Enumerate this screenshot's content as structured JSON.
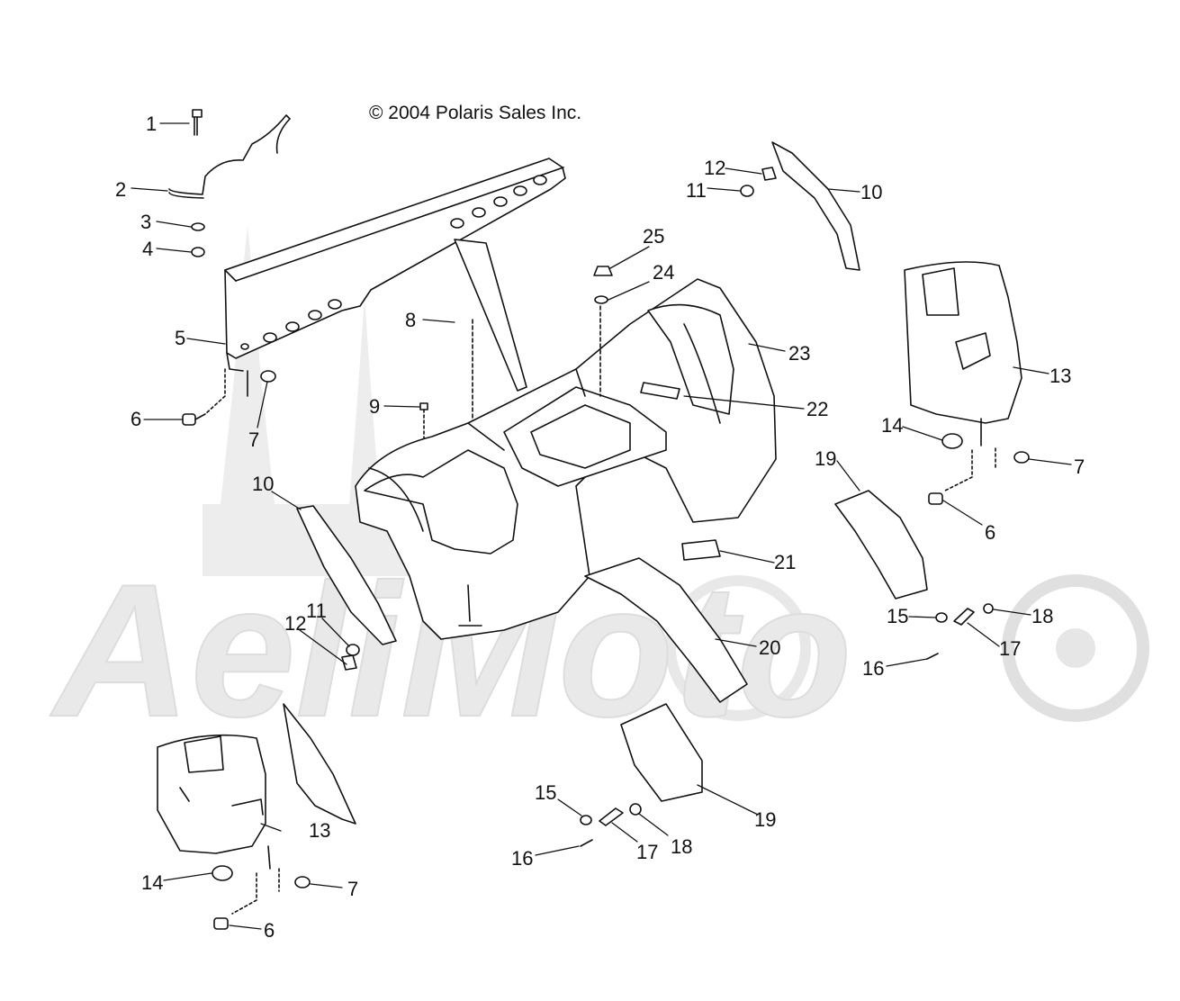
{
  "copyright": "© 2004 Polaris Sales Inc.",
  "watermark": "AeliMoto",
  "colors": {
    "line": "#111111",
    "watermark": "#e4e4e4"
  },
  "callouts": [
    "1",
    "2",
    "3",
    "4",
    "5",
    "6",
    "7",
    "8",
    "9",
    "10",
    "11",
    "12",
    "13",
    "14",
    "15",
    "16",
    "17",
    "18",
    "19",
    "20",
    "21",
    "22",
    "23",
    "24",
    "25"
  ]
}
